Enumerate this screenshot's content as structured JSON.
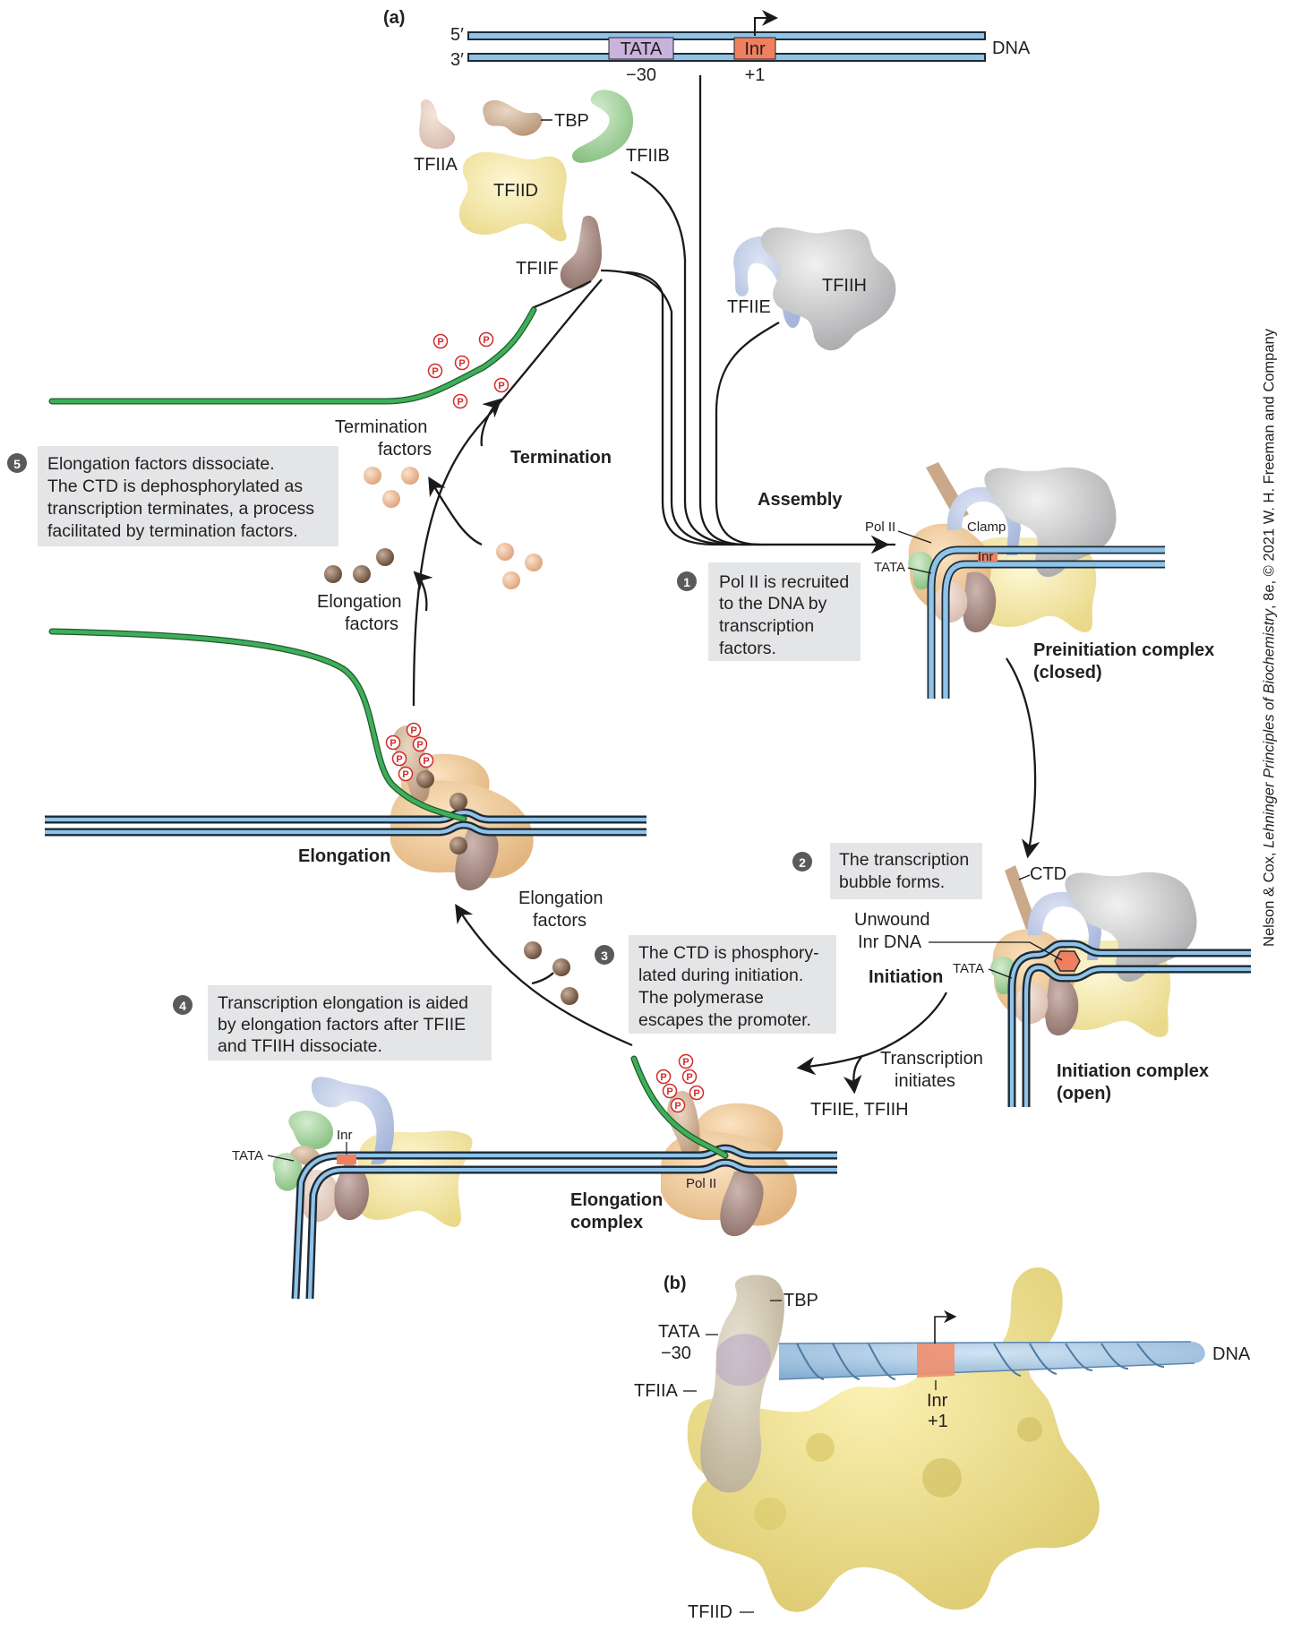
{
  "panel_a": {
    "tag": "(a)",
    "dna": {
      "five_prime": "5′",
      "three_prime": "3′",
      "label": "DNA",
      "tata": "TATA",
      "tata_pos": "−30",
      "inr": "Inr",
      "inr_pos": "+1"
    },
    "factors": {
      "tfiia": "TFIIA",
      "tbp": "TBP",
      "tfiid": "TFIID",
      "tfiib": "TFIIB",
      "tfiif": "TFIIF",
      "tfiie": "TFIIE",
      "tfiih": "TFIIH"
    },
    "assembly": "Assembly",
    "termination": "Termination",
    "termination_factors": [
      "Termination",
      "factors"
    ],
    "elongation_factors_left": [
      "Elongation",
      "factors"
    ],
    "elongation_factors_mid": [
      "Elongation",
      "factors"
    ],
    "preinit": {
      "pol2": "Pol II",
      "clamp": "Clamp",
      "tata": "TATA",
      "inr": "Inr",
      "title": [
        "Preinitiation complex",
        "(closed)"
      ]
    },
    "init": {
      "ctd": "CTD",
      "unwound": [
        "Unwound",
        "Inr DNA"
      ],
      "tata": "TATA",
      "stage": "Initiation",
      "title": [
        "Initiation complex",
        "(open)"
      ]
    },
    "transcription_initiates": [
      "Transcription",
      "initiates"
    ],
    "released": "TFIIE, TFIIH",
    "elong_complex": {
      "title": [
        "Elongation",
        "complex"
      ],
      "pol2": "Pol II",
      "tata": "TATA",
      "inr": "Inr"
    },
    "elongation": "Elongation",
    "phospho": "P",
    "steps": [
      {
        "num": "1",
        "lines": [
          "Pol II is recruited",
          "to the DNA by",
          "transcription",
          "factors."
        ]
      },
      {
        "num": "2",
        "lines": [
          "The transcription",
          "bubble forms."
        ]
      },
      {
        "num": "3",
        "lines": [
          "The CTD is phosphory-",
          "lated during initiation.",
          "The polymerase",
          "escapes the promoter."
        ]
      },
      {
        "num": "4",
        "lines": [
          "Transcription elongation is aided",
          "by elongation factors after TFIIE",
          "and TFIIH dissociate."
        ]
      },
      {
        "num": "5",
        "lines": [
          "Elongation factors dissociate.",
          "The CTD is dephosphorylated as",
          "transcription terminates, a process",
          "facilitated by termination factors."
        ]
      }
    ]
  },
  "panel_b": {
    "tag": "(b)",
    "tbp": "TBP",
    "tata": "TATA",
    "tata_pos": "−30",
    "tfiia": "TFIIA",
    "dna": "DNA",
    "inr": "Inr",
    "inr_pos": "+1",
    "tfiid": "TFIID"
  },
  "credit": {
    "before": "Nelson & Cox, ",
    "title": "Lehninger Principles of Biochemistry",
    "after": ", 8e, © 2021 W. H. Freeman and Company"
  },
  "colors": {
    "dna_blue": "#8ec3ea",
    "tata_box": "#c9b3dc",
    "inr_box": "#ef7f5f",
    "tfiid": "#f2e7a2",
    "tbp": "#c9a98a",
    "tfiib": "#9ccf9a",
    "tfiif": "#a88a84",
    "tfiie": "#b9c6e4",
    "tfiih": "#b9b9ba",
    "pol2": "#eec592",
    "rna": "#3fae5a"
  }
}
